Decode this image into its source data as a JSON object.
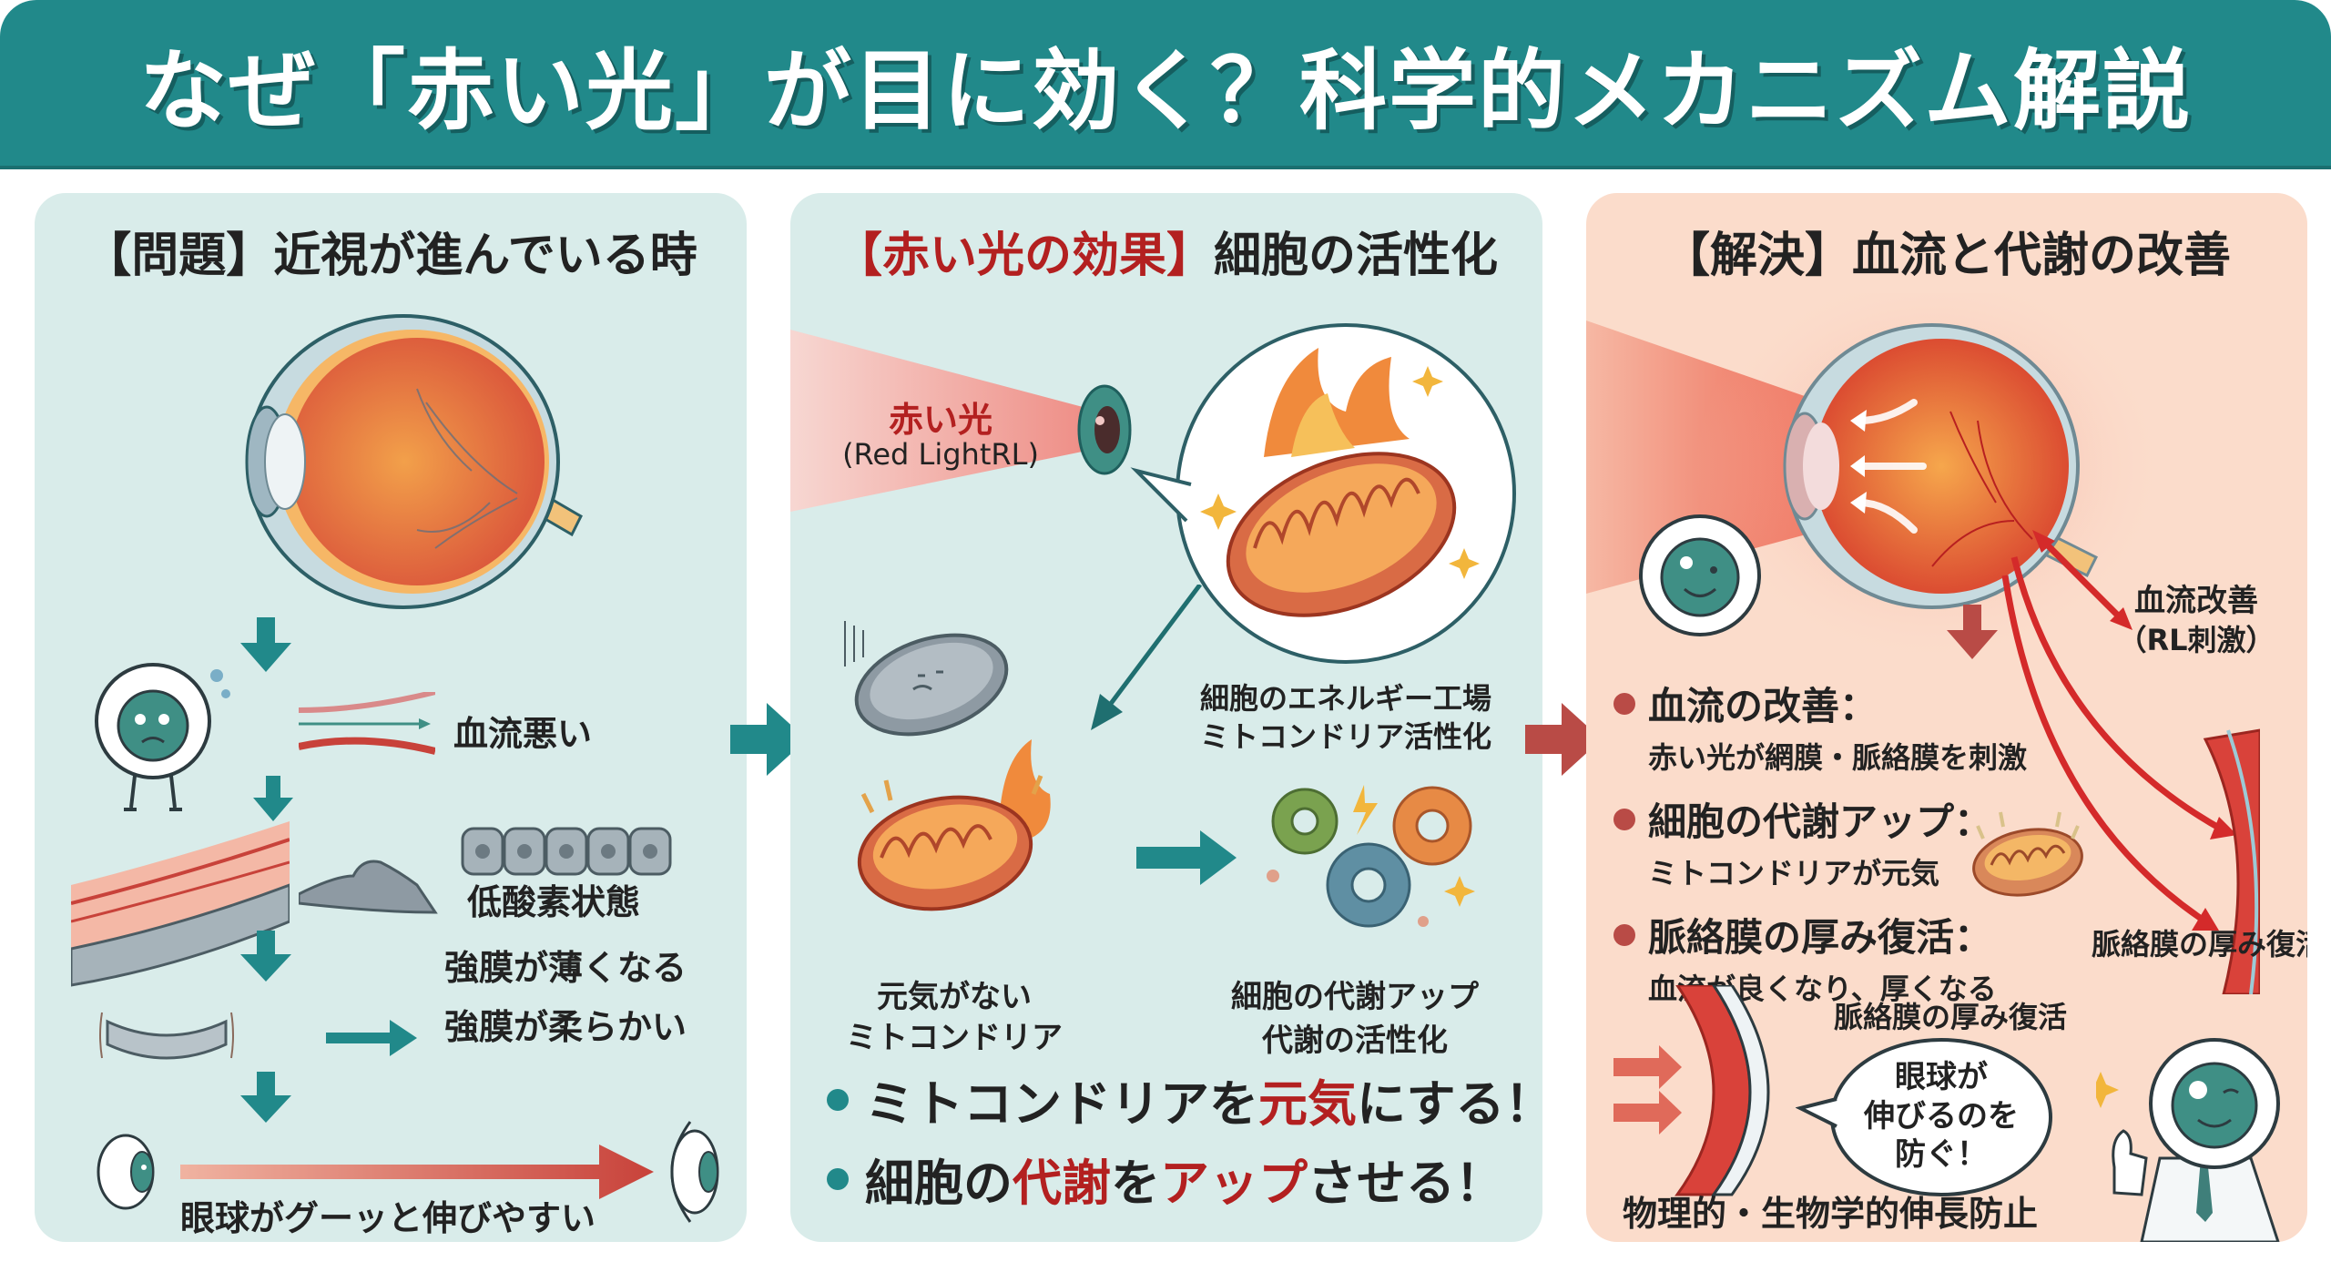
{
  "title": "なぜ「赤い光」が目に効く？科学的メカニズム解説",
  "colors": {
    "teal": "#21898a",
    "red": "#b32020",
    "panel_teal_bg": "#d9ecea",
    "panel_peach_bg": "#fbdccb",
    "arrow_red": "#b94b46"
  },
  "panels": {
    "problem": {
      "title": "【問題】近視が進んでいる時",
      "steps": [
        {
          "label": "血流悪い",
          "icon": "blood-vessel-icon"
        },
        {
          "label": "低酸素状態",
          "icon": "hypoxic-cells-icon"
        },
        {
          "label": "強膜が薄くなる",
          "icon": "thin-sclera-icon"
        },
        {
          "label": "強膜が柔らかい",
          "icon": "soft-sclera-icon"
        }
      ],
      "result": "眼球がグーッと伸びやすい"
    },
    "effect": {
      "title_highlight": "【赤い光の効果】",
      "title_rest": "細胞の活性化",
      "light_label": "赤い光",
      "light_sub": "(Red LightRL)",
      "factory_caption_1": "細胞のエネルギー工場",
      "factory_caption_2": "ミトコンドリア活性化",
      "tired_caption_1": "元気がない",
      "tired_caption_2": "ミトコンドリア",
      "metabolism_caption_1": "細胞の代謝アップ",
      "metabolism_caption_2": "代謝の活性化",
      "bullets": [
        {
          "parts": [
            {
              "text": "ミトコンドリアを",
              "hl": false
            },
            {
              "text": "元気",
              "hl": true
            },
            {
              "text": "にする！",
              "hl": false
            }
          ]
        },
        {
          "parts": [
            {
              "text": "細胞の",
              "hl": false
            },
            {
              "text": "代謝",
              "hl": true
            },
            {
              "text": "を",
              "hl": false
            },
            {
              "text": "アップ",
              "hl": true
            },
            {
              "text": "させる！",
              "hl": false
            }
          ]
        }
      ]
    },
    "solution": {
      "title": "【解決】血流と代謝の改善",
      "flow_label_1": "血流改善",
      "flow_label_2": "（RL刺激）",
      "items": [
        {
          "head": "血流の改善：",
          "desc": "赤い光が網膜・脈絡膜を刺激"
        },
        {
          "head": "細胞の代謝アップ：",
          "desc": "ミトコンドリアが元気"
        },
        {
          "head": "脈絡膜の厚み復活：",
          "desc": "血流が良くなり、厚くなる"
        }
      ],
      "choroid_caption": "脈絡膜の厚み復活",
      "choroid_caption_2": "脈絡膜の厚み復活",
      "bubble_lines": [
        "眼球が",
        "伸びるのを",
        "防ぐ！"
      ],
      "footer": "物理的・生物学的伸長防止"
    }
  }
}
